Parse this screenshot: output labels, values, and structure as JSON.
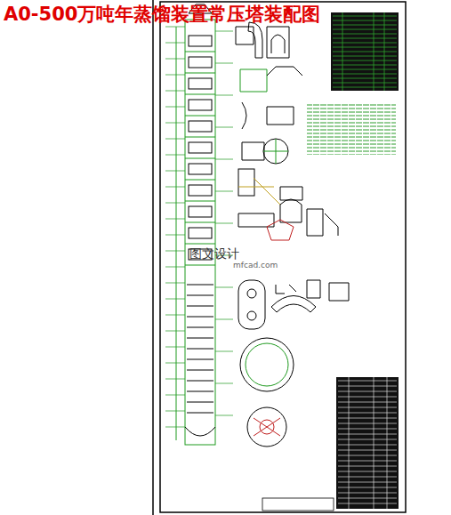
{
  "diagram": {
    "title": "A0-500万吨年蒸馏装置常压塔装配图",
    "labels": [
      "图文设计",
      "mfcad.com"
    ]
  }
}
